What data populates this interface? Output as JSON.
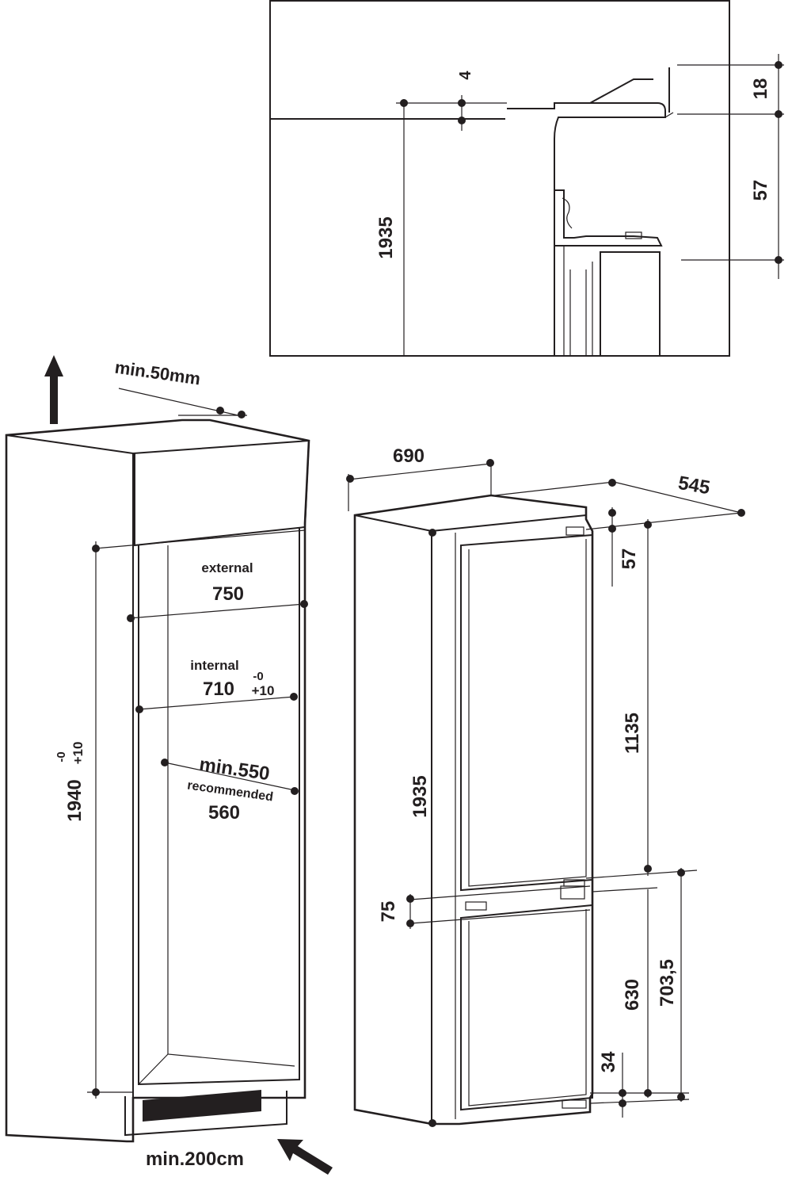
{
  "detail_view": {
    "dims": {
      "gap": "4",
      "top": "18",
      "hinge": "57",
      "height": "1935"
    }
  },
  "cabinet_view": {
    "min_top_gap": "min.50mm",
    "external_label": "external",
    "external_value": "750",
    "internal_label": "internal",
    "internal_value": "710",
    "internal_tol_top": "-0",
    "internal_tol_bottom": "+10",
    "min_depth": "min.550",
    "recommended_label": "recommended",
    "recommended_value": "560",
    "height_value": "1940",
    "height_tol_top": "-0",
    "height_tol_bottom": "+10",
    "min_vent": "min.200cm"
  },
  "appliance_view": {
    "depth": "690",
    "width": "545",
    "top_to_hinge": "57",
    "fridge_door": "1135",
    "total_height": "1935",
    "door_gap": "75",
    "freezer_door": "630",
    "freezer_total": "703,5",
    "bottom": "34"
  },
  "colors": {
    "line": "#231f20",
    "background": "#ffffff"
  }
}
